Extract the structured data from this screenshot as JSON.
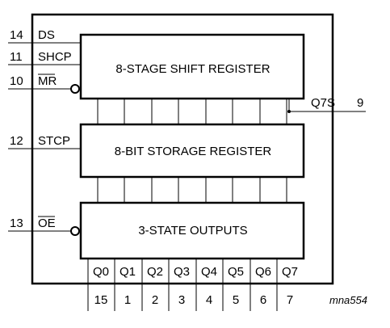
{
  "colors": {
    "ink": "#000000",
    "background": "#ffffff"
  },
  "inputs": [
    {
      "pin": "14",
      "name": "DS",
      "overline": false,
      "inverted": false
    },
    {
      "pin": "11",
      "name": "SHCP",
      "overline": false,
      "inverted": false
    },
    {
      "pin": "10",
      "name": "MR",
      "overline": true,
      "inverted": true
    },
    {
      "pin": "12",
      "name": "STCP",
      "overline": false,
      "inverted": false
    },
    {
      "pin": "13",
      "name": "OE",
      "overline": true,
      "inverted": true
    }
  ],
  "blocks": {
    "shift": "8-STAGE SHIFT REGISTER",
    "storage": "8-BIT STORAGE REGISTER",
    "outputs": "3-STATE OUTPUTS"
  },
  "serial_out": {
    "name": "Q7S",
    "pin": "9"
  },
  "outputs": [
    {
      "name": "Q0",
      "pin": "15"
    },
    {
      "name": "Q1",
      "pin": "1"
    },
    {
      "name": "Q2",
      "pin": "2"
    },
    {
      "name": "Q3",
      "pin": "3"
    },
    {
      "name": "Q4",
      "pin": "4"
    },
    {
      "name": "Q5",
      "pin": "5"
    },
    {
      "name": "Q6",
      "pin": "6"
    },
    {
      "name": "Q7",
      "pin": "7"
    }
  ],
  "figure_code": "mna554"
}
